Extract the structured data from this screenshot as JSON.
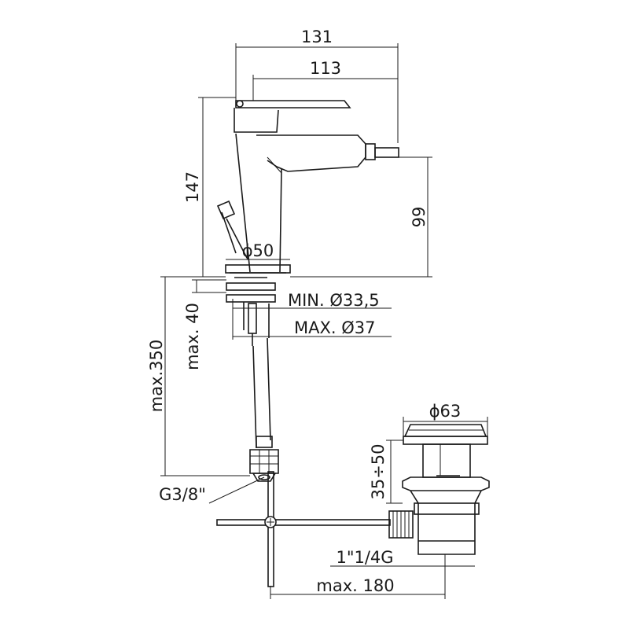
{
  "dimensions": {
    "total_width": "131",
    "lever_width": "113",
    "height": "147",
    "spout_height": "99",
    "base_diameter": "ϕ50",
    "hole_min": "MIN. Ø33,5",
    "hole_max": "MAX. Ø37",
    "deck_thickness": "max. 40",
    "hose_length": "max.350",
    "connection": "G3/8\"",
    "waste_diameter": "ϕ63",
    "waste_range": "35÷50",
    "waste_thread": "1\"1/4G",
    "rod_length": "max. 180"
  }
}
